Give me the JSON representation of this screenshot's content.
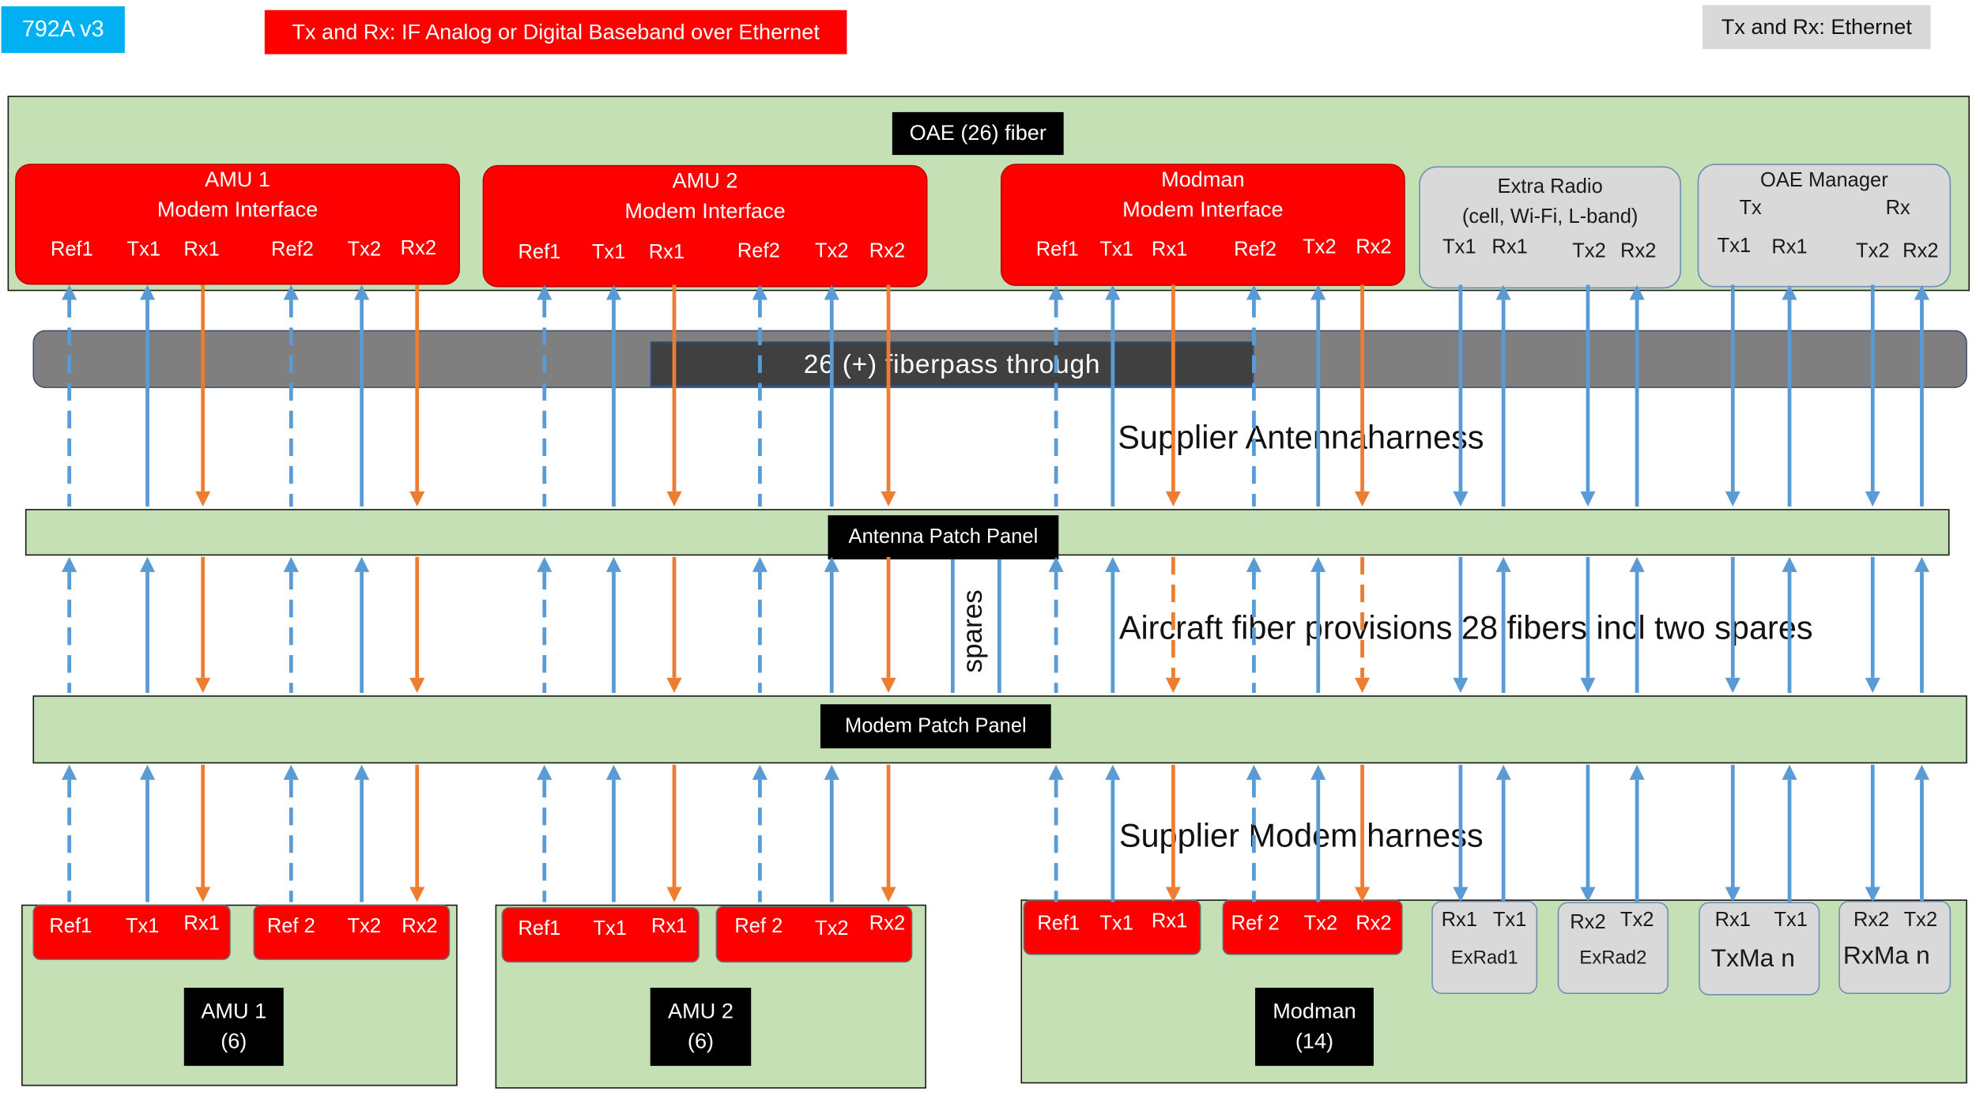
{
  "header": {
    "version_badge": "792A v3",
    "red_legend": "Tx and Rx: IF Analog or Digital Baseband over Ethernet",
    "grey_legend": "Tx and Rx: Ethernet"
  },
  "oae": {
    "title": "OAE (26) fiber",
    "amu1": {
      "line1": "AMU 1",
      "line2": "Modem Interface",
      "ports": [
        "Ref1",
        "Tx1",
        "Rx1",
        "Ref2",
        "Tx2",
        "Rx2"
      ]
    },
    "amu2": {
      "line1": "AMU 2",
      "line2": "Modem Interface",
      "ports": [
        "Ref1",
        "Tx1",
        "Rx1",
        "Ref2",
        "Tx2",
        "Rx2"
      ]
    },
    "modman": {
      "line1": "Modman",
      "line2": "Modem Interface",
      "ports": [
        "Ref1",
        "Tx1",
        "Rx1",
        "Ref2",
        "Tx2",
        "Rx2"
      ]
    },
    "extra_radio": {
      "line1": "Extra Radio",
      "line2": "(cell, Wi-Fi, L-band)",
      "ports": [
        "Tx1",
        "Rx1",
        "Tx2",
        "Rx2"
      ]
    },
    "oae_manager": {
      "line1": "OAE Manager",
      "tx": "Tx",
      "rx": "Rx",
      "ports": [
        "Tx1",
        "Rx1",
        "Tx2",
        "Rx2"
      ]
    }
  },
  "passthrough": {
    "label": "26 (+) fiberpass through"
  },
  "supplier_antenna_harness": "Supplier Antennaharness",
  "antenna_patch_panel": "Antenna Patch Panel",
  "spares_label": "spares",
  "aircraft_fiber": "Aircraft fiber provisions 28 fibers incl two spares",
  "modem_patch_panel": "Modem Patch Panel",
  "supplier_modem_harness": "Supplier Modem harness",
  "bottom": {
    "amu1": {
      "name": "AMU 1",
      "count": "(6)",
      "ports": [
        "Ref1",
        "Tx1",
        "Rx1",
        "Ref 2",
        "Tx2",
        "Rx2"
      ]
    },
    "amu2": {
      "name": "AMU 2",
      "count": "(6)",
      "ports": [
        "Ref1",
        "Tx1",
        "Rx1",
        "Ref 2",
        "Tx2",
        "Rx2"
      ]
    },
    "modman": {
      "name": "Modman",
      "count": "(14)",
      "ports": [
        "Ref1",
        "Tx1",
        "Rx1",
        "Ref 2",
        "Tx2",
        "Rx2"
      ]
    },
    "exrad1": {
      "ports": [
        "Rx1",
        "Tx1"
      ],
      "name": "ExRad1"
    },
    "exrad2": {
      "ports": [
        "Rx2",
        "Tx2"
      ],
      "name": "ExRad2"
    },
    "txman": {
      "ports": [
        "Rx1",
        "Tx1"
      ],
      "name": "TxMa n"
    },
    "rxman": {
      "ports": [
        "Rx2",
        "Tx2"
      ],
      "name": "RxMa n"
    }
  },
  "colors": {
    "green_fill": "#c5e0b4",
    "red": "#ff0000",
    "grey": "#d9d9d9",
    "blue_arrow": "#5b9bd5",
    "orange_arrow": "#ed7d31",
    "cyan_badge": "#00b0f0",
    "passthrough_grey": "#7f7f7f"
  }
}
